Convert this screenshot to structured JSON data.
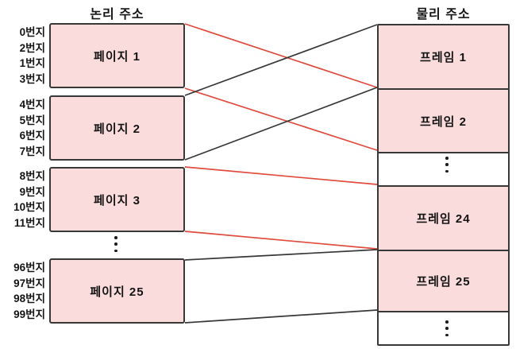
{
  "diagram_title": "paging: logical-to-physical address mapping",
  "left": {
    "title": "논리 주소",
    "groups": [
      {
        "page": "페이지 1",
        "addresses": [
          "0번지",
          "2번지",
          "1번지",
          "3번지"
        ]
      },
      {
        "page": "페이지 2",
        "addresses": [
          "4번지",
          "5번지",
          "6번지",
          "7번지"
        ]
      },
      {
        "page": "페이지 3",
        "addresses": [
          "8번지",
          "9번지",
          "10번지",
          "11번지"
        ]
      },
      {
        "page": "페이지 25",
        "addresses": [
          "96번지",
          "97번지",
          "98번지",
          "99번지"
        ]
      }
    ],
    "ellipsis": "⋮"
  },
  "right": {
    "title": "물리 주소",
    "frames": [
      "프레임 1",
      "프레임 2",
      "프레임 24",
      "프레임 25"
    ],
    "ellipsis": "⋮"
  },
  "connections": [
    {
      "from": "페이지 1",
      "to": "프레임 2",
      "color": "red"
    },
    {
      "from": "페이지 2",
      "to": "프레임 1",
      "color": "black"
    },
    {
      "from": "페이지 3",
      "to": "프레임 24",
      "color": "red"
    },
    {
      "from": "페이지 25",
      "to": "프레임 25",
      "color": "black"
    }
  ],
  "colors": {
    "box_fill": "#f9dcdb",
    "ink": "#383838",
    "line_red": "#e14b3e",
    "text": "#141414",
    "bg": "#ffffff"
  }
}
